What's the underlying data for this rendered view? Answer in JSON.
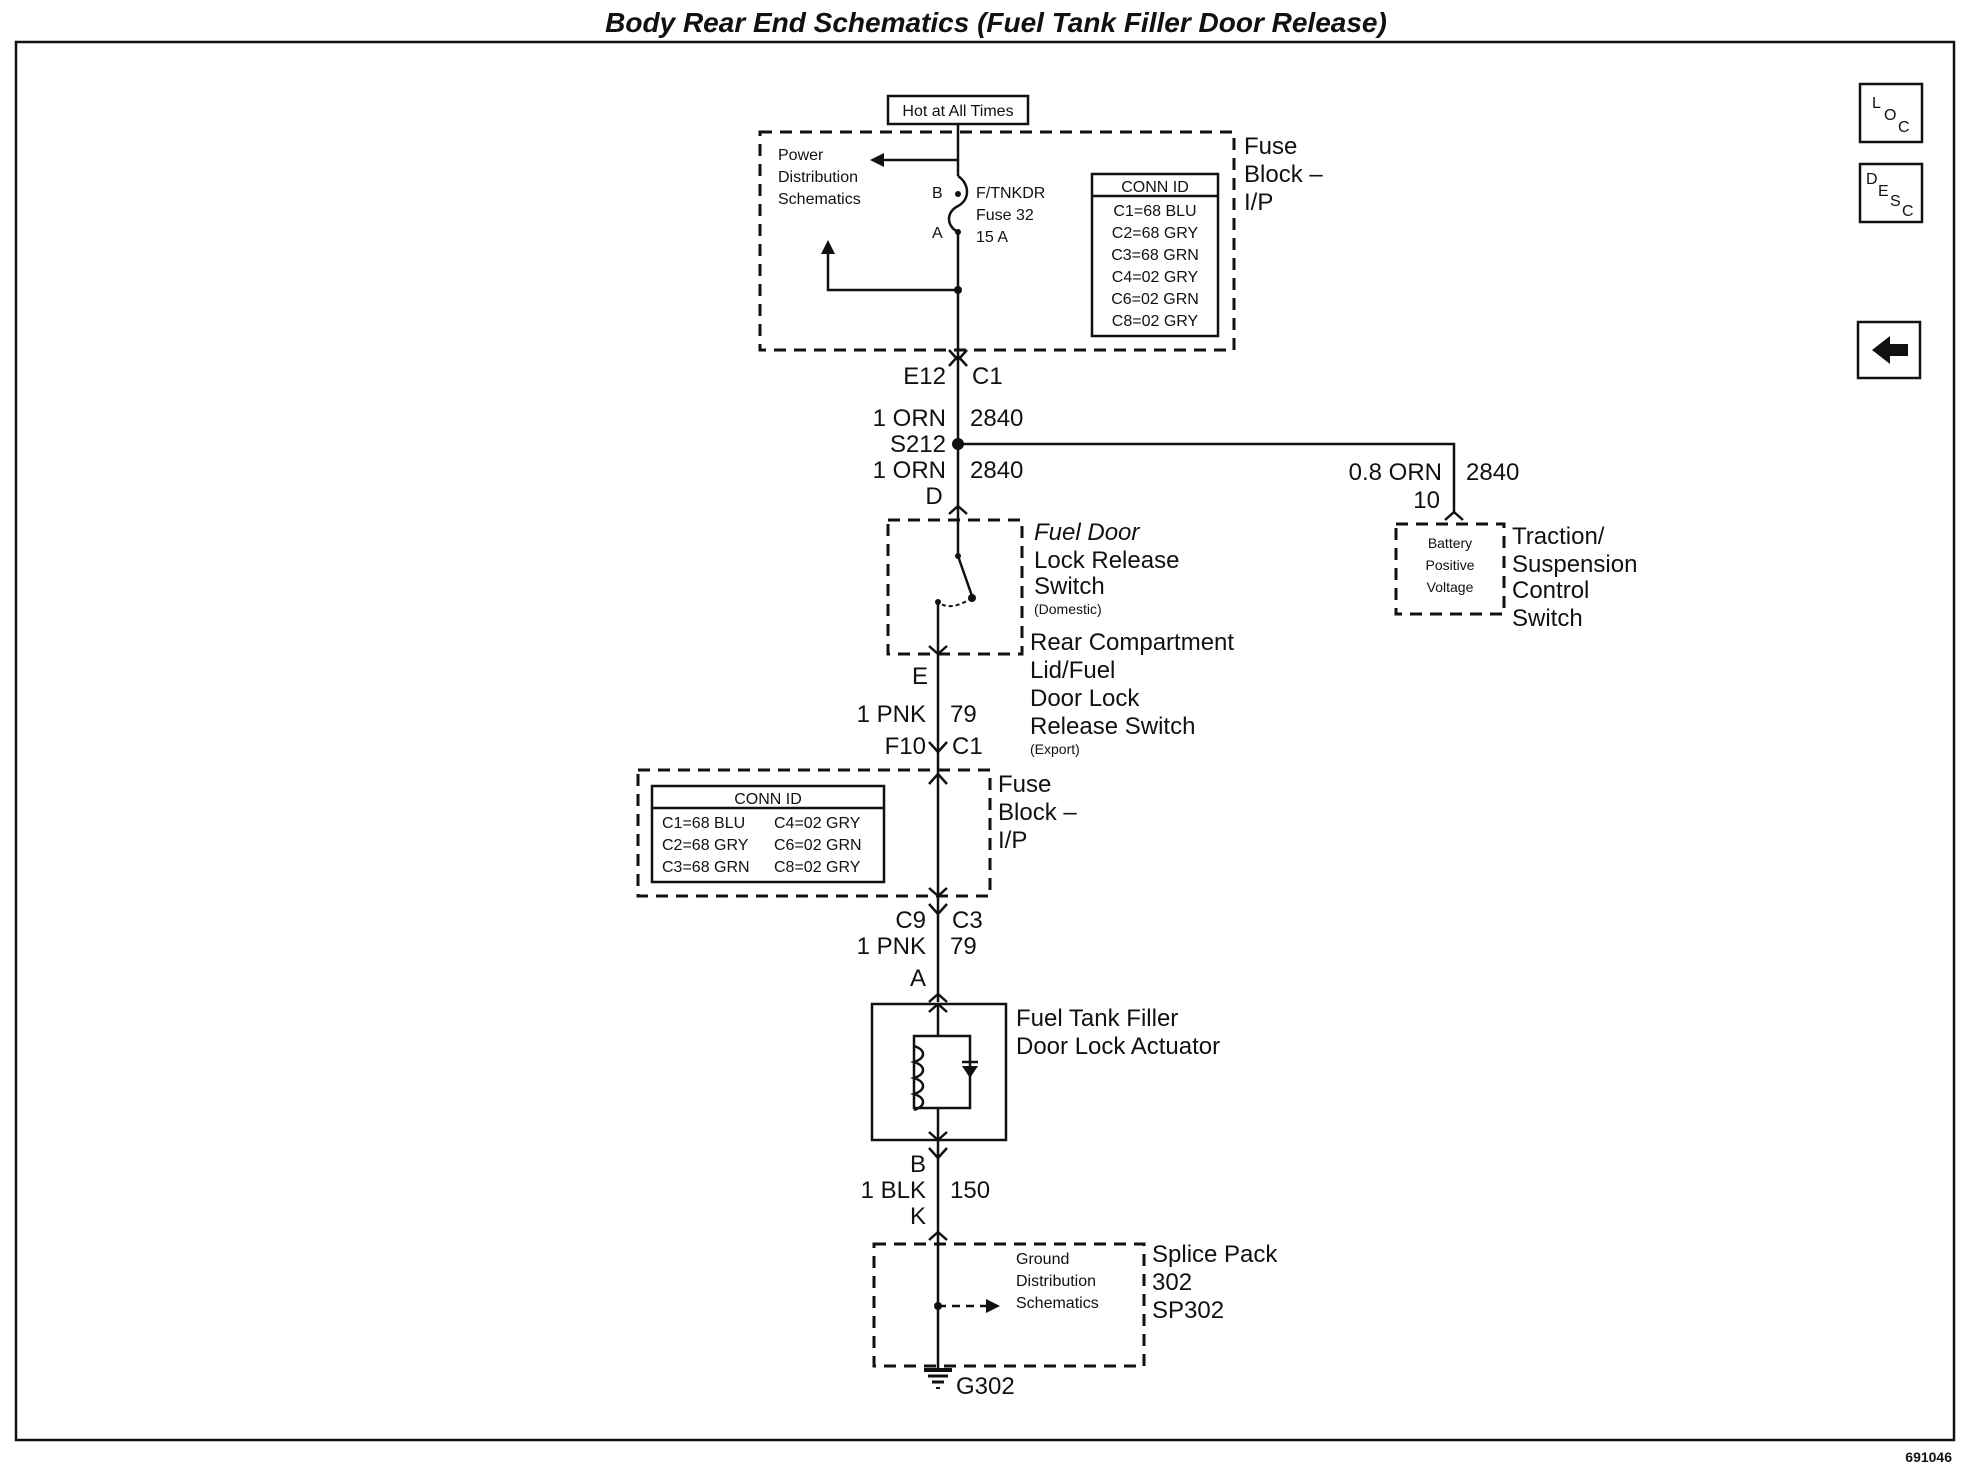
{
  "title": "Body Rear End Schematics (Fuel Tank Filler Door Release)",
  "figure_id": "691046",
  "nav": {
    "loc_icon": "loc-icon",
    "desc_icon": "desc-icon",
    "back_icon": "back-arrow-icon"
  },
  "hot_label": "Hot at All Times",
  "fuse_block_top": {
    "name_line1": "Fuse",
    "name_line2": "Block –",
    "name_line3": "I/P",
    "power_line1": "Power",
    "power_line2": "Distribution",
    "power_line3": "Schematics",
    "pin_b": "B",
    "pin_a": "A",
    "fuse_line1": "F/TNKDR",
    "fuse_line2": "Fuse 32",
    "fuse_line3": "15 A",
    "conn_header": "CONN ID",
    "conn": [
      "C1=68 BLU",
      "C2=68 GRY",
      "C3=68 GRN",
      "C4=02 GRY",
      "C6=02 GRN",
      "C8=02 GRY"
    ]
  },
  "wire1": {
    "conn_left": "E12",
    "conn_right": "C1",
    "gauge": "1 ORN",
    "circuit": "2840"
  },
  "splice": {
    "label": "S212",
    "gauge": "1 ORN",
    "circuit": "2840",
    "pin": "D"
  },
  "branch": {
    "gauge": "0.8 ORN",
    "circuit": "2840",
    "pin": "10"
  },
  "traction": {
    "inner1": "Battery",
    "inner2": "Positive",
    "inner3": "Voltage",
    "name1": "Traction/",
    "name2": "Suspension",
    "name3": "Control",
    "name4": "Switch"
  },
  "switch": {
    "name1": "Fuel Door",
    "name2": "Lock Release",
    "name3": "Switch",
    "variant1": "(Domestic)",
    "name4": "Rear Compartment",
    "name5": "Lid/Fuel",
    "name6": "Door Lock",
    "name7": "Release Switch",
    "variant2": "(Export)"
  },
  "wire2": {
    "pin": "E",
    "gauge": "1 PNK",
    "circuit": "79",
    "conn_left": "F10",
    "conn_right": "C1"
  },
  "fuse_block_mid": {
    "name_line1": "Fuse",
    "name_line2": "Block –",
    "name_line3": "I/P",
    "conn_header": "CONN ID",
    "conn_col1": [
      "C1=68 BLU",
      "C2=68 GRY",
      "C3=68 GRN"
    ],
    "conn_col2": [
      "C4=02 GRY",
      "C6=02 GRN",
      "C8=02 GRY"
    ]
  },
  "wire3": {
    "conn_left": "C9",
    "conn_right": "C3",
    "gauge": "1 PNK",
    "circuit": "79",
    "pin": "A"
  },
  "actuator": {
    "name1": "Fuel Tank Filler",
    "name2": "Door Lock Actuator"
  },
  "wire4": {
    "pin_top": "B",
    "gauge": "1 BLK",
    "circuit": "150",
    "pin_bottom": "K"
  },
  "splice_pack": {
    "ground1": "Ground",
    "ground2": "Distribution",
    "ground3": "Schematics",
    "name1": "Splice Pack",
    "name2": "302",
    "name3": "SP302"
  },
  "ground": {
    "label": "G302"
  }
}
